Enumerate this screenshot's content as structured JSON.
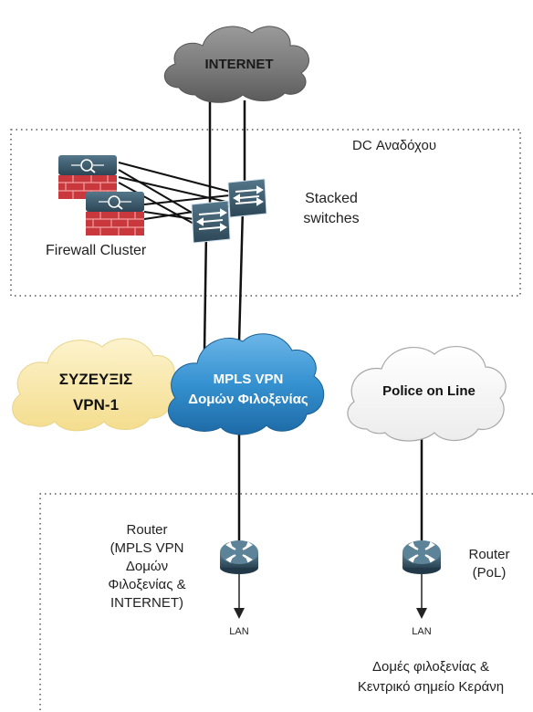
{
  "clouds": {
    "internet": "INTERNET",
    "syzeuxis": [
      "ΣΥΖΕΥΞΙΣ",
      "VPN-1"
    ],
    "mpls": [
      "MPLS VPN",
      "Δομών Φιλοξενίας"
    ],
    "pol": "Police on Line"
  },
  "dc": {
    "title": "DC Αναδόχου",
    "stacked_label": [
      "Stacked",
      "switches"
    ],
    "firewall_label": "Firewall Cluster"
  },
  "routers": {
    "left_label": [
      "Router",
      "(MPLS VPN Δομών",
      "Φιλοξενίας &",
      "INTERNET)"
    ],
    "right_label": [
      "Router",
      "(PoL)"
    ],
    "lan": "LAN"
  },
  "site": {
    "caption": [
      "Δομές φιλοξενίας &",
      "Κεντρικό σημείο Κεράνη"
    ]
  },
  "colors": {
    "internet_cloud": "#7a7a7a",
    "mpls_cloud": "#2f86c4",
    "syzeuxis_cloud": "#f8e6a6",
    "pol_cloud": "#ffffff",
    "device": "#3b5a6b",
    "firewall": "#c8383c"
  }
}
